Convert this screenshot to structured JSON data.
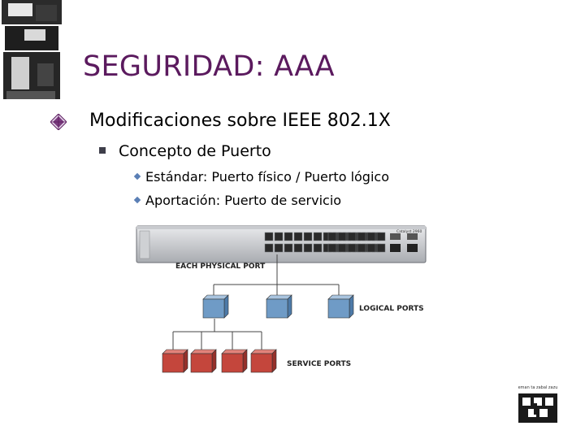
{
  "slide": {
    "title": "SEGURIDAD: AAA",
    "bullet_1": "Modificaciones sobre IEEE 802.1X",
    "bullet_2": "Concepto de Puerto",
    "sub_bullets": [
      "Estándar: Puerto físico / Puerto lógico",
      "Aportación: Puerto de servicio"
    ]
  },
  "diagram": {
    "physical_port_label": "EACH PHYSICAL PORT",
    "logical_ports_label": "LOGICAL PORTS",
    "service_ports_label": "SERVICE PORTS",
    "logical_port_count": 3,
    "service_port_count": 4,
    "switch_model_label": "Catalyst 2960",
    "colors": {
      "logical": "#6f9bc6",
      "service": "#c4463c",
      "title": "#5b1a5e"
    }
  },
  "footer": {
    "logo_tagline": "eman ta zabal zazu"
  },
  "icons": [
    "university-logo-icon",
    "diamond-bullet-icon",
    "square-bullet-icon",
    "small-diamond-bullet-icon",
    "switch-icon",
    "ehu-logo-icon"
  ]
}
